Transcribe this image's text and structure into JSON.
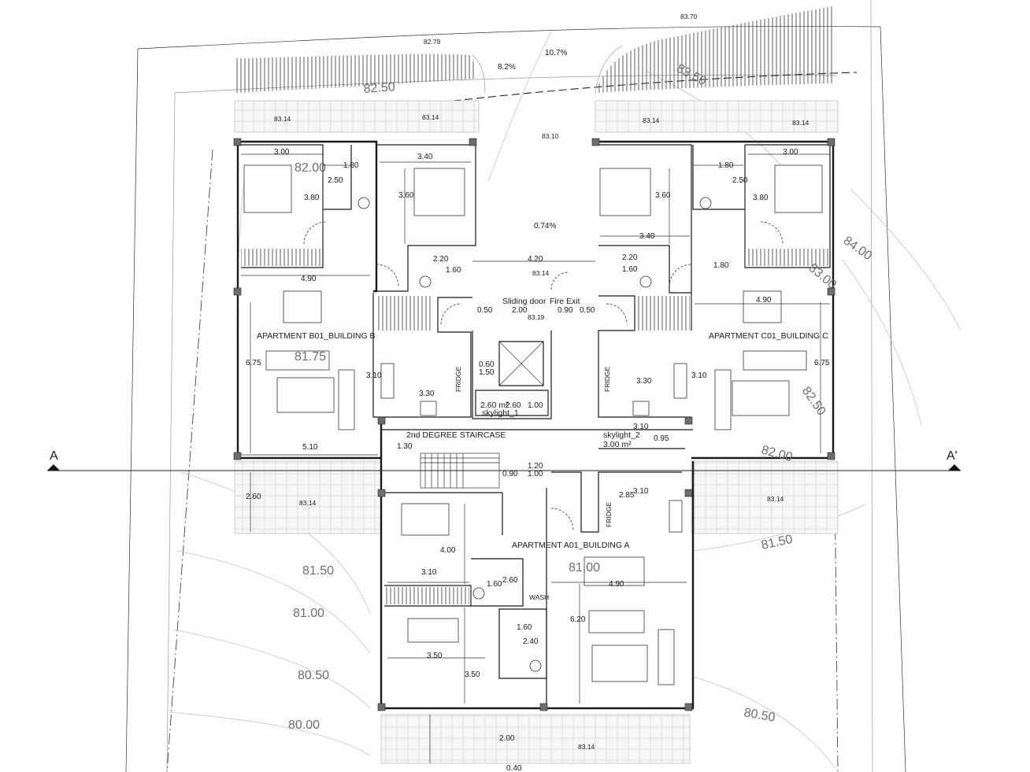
{
  "section_labels": {
    "left": "A",
    "right": "A'"
  },
  "apartments": {
    "b01": "APARTMENT B01_BUILDING B",
    "c01": "APARTMENT C01_BUILDING C",
    "a01": "APARTMENT A01_BUILDING A"
  },
  "labels": {
    "staircase": "2nd DEGREE STAIRCASE",
    "sliding_door": "Sliding door",
    "fire_exit": "Fire Exit",
    "skylight_1": "skylight_1",
    "skylight_1_area": "2.60 m²",
    "skylight_2": "skylight_2",
    "skylight_2_area": "3.00 m²",
    "fridge": "FRIDGE",
    "wash": "WASH"
  },
  "slopes": {
    "a": "10.7%",
    "b": "8.2%",
    "c": "0.74%"
  },
  "levels": {
    "l1": "83.70",
    "l2": "82.79",
    "l3": "83.14",
    "l4": "83.10",
    "l5": "83.19"
  },
  "contours": {
    "c1": "82.50",
    "c2": "83.50",
    "c3": "82.00",
    "c4": "84.00",
    "c5": "83.00",
    "c6": "81.75",
    "c7": "82.50",
    "c8": "81.50",
    "c9": "81.00",
    "c10": "80.50",
    "c11": "80.00",
    "c12": "82.00"
  },
  "dims": {
    "d300": "3.00",
    "d340": "3.40",
    "d180": "1.80",
    "d250": "2.50",
    "d380": "3.80",
    "d360": "3.60",
    "d220": "2.20",
    "d160": "1.60",
    "d420": "4.20",
    "d490": "4.90",
    "d050": "0.50",
    "d200": "2.00",
    "d090": "0.90",
    "d675": "6.75",
    "d310": "3.10",
    "d330": "3.30",
    "d060": "0.60",
    "d150": "1.50",
    "d260": "2.60",
    "d100": "1.00",
    "d510": "5.10",
    "d130": "1.30",
    "d120": "1.20",
    "d095": "0.95",
    "d285": "2.85",
    "d400": "4.00",
    "d620": "6.20",
    "d240": "2.40",
    "d350": "3.50",
    "d040": "0.40"
  }
}
